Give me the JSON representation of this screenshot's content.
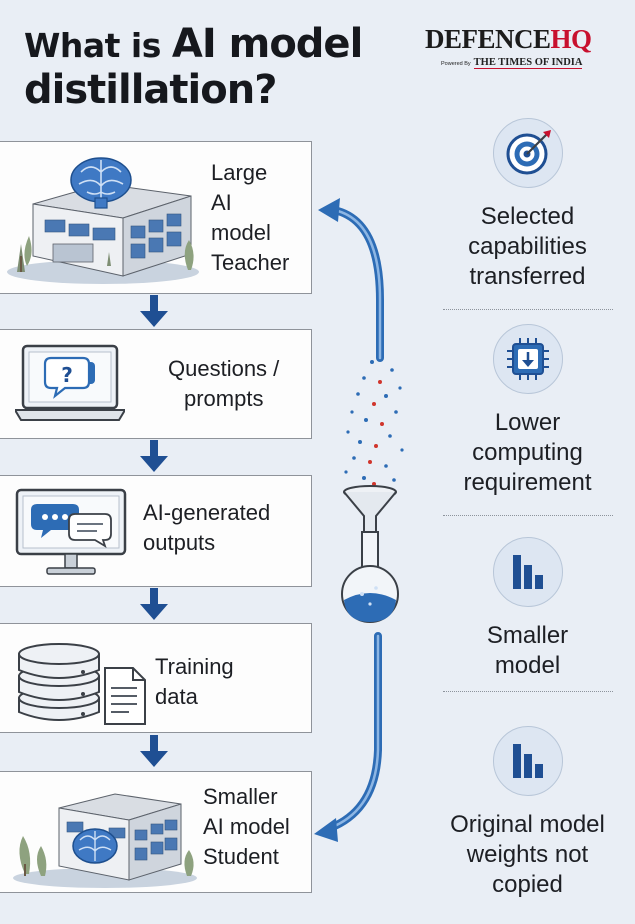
{
  "header": {
    "title_line1_prefix": "What is ",
    "title_line1_emph": "AI model",
    "title_line2": "distillation?",
    "brand_name": "DEFENCE",
    "brand_accent": "HQ",
    "brand_powered": "Powered By",
    "brand_partner": "THE TIMES OF INDIA"
  },
  "process_steps": [
    {
      "label_lines": [
        "Large",
        "AI",
        "model",
        "Teacher"
      ]
    },
    {
      "label_lines": [
        "Questions /",
        "prompts"
      ]
    },
    {
      "label_lines": [
        "AI-generated",
        "outputs"
      ]
    },
    {
      "label_lines": [
        "Training",
        "data"
      ]
    },
    {
      "label_lines": [
        "Smaller",
        "AI model",
        "Student"
      ]
    }
  ],
  "benefits": [
    {
      "icon": "target-icon",
      "lines": [
        "Selected",
        "capabilities",
        "transferred"
      ]
    },
    {
      "icon": "chip-icon",
      "lines": [
        "Lower",
        "computing",
        "requirement"
      ]
    },
    {
      "icon": "bar-chart-icon",
      "lines": [
        "Smaller",
        "model"
      ]
    },
    {
      "icon": "bar-chart-icon",
      "lines": [
        "Original model",
        "weights not",
        "copied"
      ]
    }
  ],
  "colors": {
    "background": "#e9eef5",
    "accent_blue": "#2d6cb5",
    "dark_blue": "#1f4f93",
    "brand_red": "#c8102e",
    "card_bg": "#fdfdfd"
  }
}
